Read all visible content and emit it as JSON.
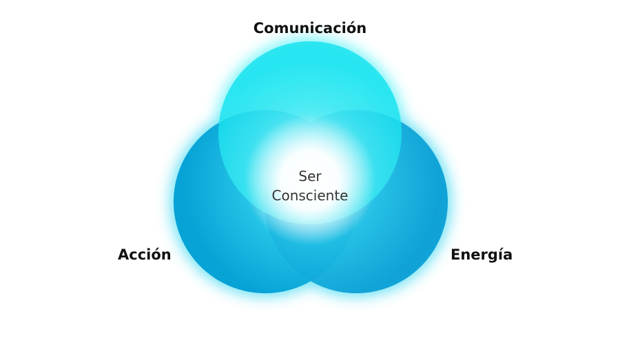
{
  "diagram": {
    "type": "venn",
    "circles": [
      {
        "label": "Comunicación",
        "color": "#1de8f0"
      },
      {
        "label": "Acción",
        "color": "#0aa5d8"
      },
      {
        "label": "Energía",
        "color": "#0aa0d6"
      }
    ],
    "center_label": {
      "line1": "Ser",
      "line2": "Consciente"
    }
  }
}
